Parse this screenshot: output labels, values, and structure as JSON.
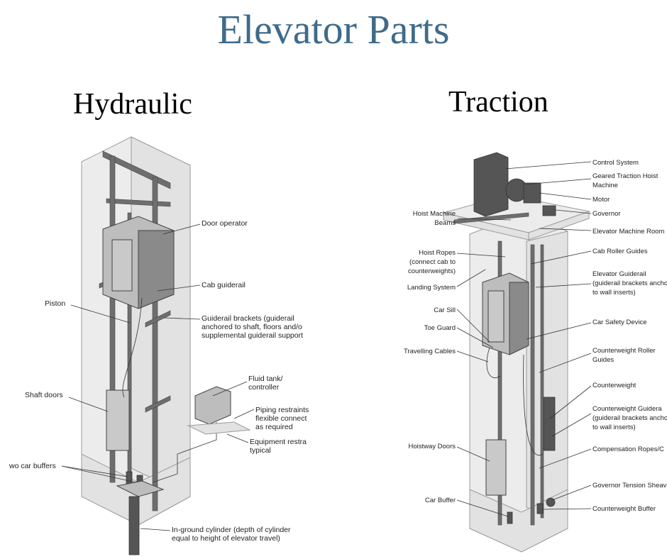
{
  "title": "Elevator Parts",
  "hydraulic": {
    "heading": "Hydraulic",
    "labels": {
      "door_operator": "Door operator",
      "cab_guiderail": "Cab guiderail",
      "piston": "Piston",
      "guiderail_brackets_1": "Guiderail brackets (guiderail",
      "guiderail_brackets_2": "anchored to shaft, floors and/o",
      "guiderail_brackets_3": "supplemental guiderail support",
      "fluid_tank_1": "Fluid tank/",
      "fluid_tank_2": "controller",
      "shaft_doors": "Shaft doors",
      "piping_1": "Piping restraints",
      "piping_2": "flexible connect",
      "piping_3": "as required",
      "equipment_1": "Equipment restra",
      "equipment_2": "typical",
      "car_buffers": "wo car buffers",
      "cylinder_1": "In-ground cylinder (depth of cylinder",
      "cylinder_2": "equal to height of elevator travel)"
    }
  },
  "traction": {
    "heading": "Traction",
    "labels": {
      "control_system": "Control System",
      "geared_1": "Geared Traction Hoist",
      "geared_2": "Machine",
      "motor": "Motor",
      "governor": "Governor",
      "hoist_beams_1": "Hoist Machine",
      "hoist_beams_2": "Beams",
      "machine_room": "Elevator Machine Room",
      "hoist_ropes_1": "Hoist Ropes",
      "hoist_ropes_2": "(connect cab to",
      "hoist_ropes_3": "counterweights)",
      "cab_roller": "Cab Roller Guides",
      "landing": "Landing System",
      "guiderail_1": "Elevator Guiderail",
      "guiderail_2": "(guiderail brackets ancho",
      "guiderail_3": "to wall inserts)",
      "car_sill": "Car Sill",
      "toe_guard": "Toe Guard",
      "car_safety": "Car Safety Device",
      "travelling": "Travelling Cables",
      "cw_roller_1": "Counterweight Roller",
      "cw_roller_2": "Guides",
      "counterweight": "Counterweight",
      "cw_guide_1": "Counterweight Guidera",
      "cw_guide_2": "(guiderail brackets ancho",
      "cw_guide_3": "to wall inserts)",
      "hoistway_doors": "Hoistway Doors",
      "compensation": "Compensation Ropes/C",
      "gov_tension": "Governor Tension Sheav",
      "car_buffer": "Car Buffer",
      "cw_buffer": "Counterweight Buffer"
    }
  }
}
